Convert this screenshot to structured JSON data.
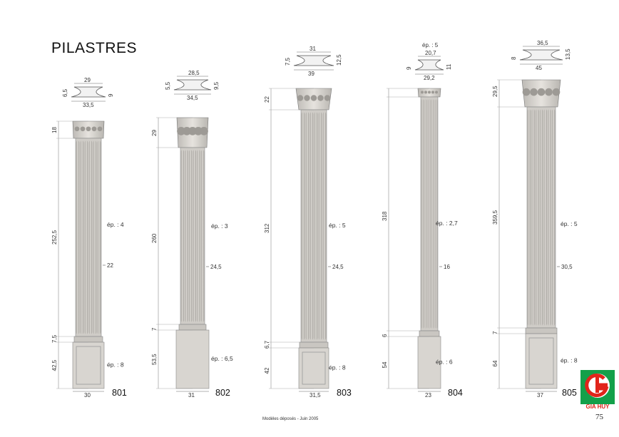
{
  "title": "PILASTRES",
  "footer": "Modèles déposés - Juin 2005",
  "page_number": "75",
  "logo_text": "GIA HUY",
  "brand_colors": {
    "red": "#e1251b",
    "green": "#14a04a"
  },
  "pilasters": [
    {
      "model": "801",
      "profile_top": "29",
      "profile_bottom": "33,5",
      "profile_left": "6,5",
      "profile_right": "9",
      "capital_h": "18",
      "shaft_h": "252,5",
      "collar_h": "7,5",
      "base_h": "42,5",
      "width": "22",
      "base_w": "30",
      "ep_shaft": "ép. : 4",
      "ep_base": "ép. : 8"
    },
    {
      "model": "802",
      "profile_top": "28,5",
      "profile_bottom": "34,5",
      "profile_left": "5,5",
      "profile_right": "9,5",
      "capital_h": "29",
      "shaft_h": "260",
      "collar_h": "7",
      "base_h": "53,5",
      "width": "24,5",
      "base_w": "31",
      "ep_shaft": "ép. : 3",
      "ep_base": "ép. : 6,5"
    },
    {
      "model": "803",
      "profile_top": "31",
      "profile_bottom": "39",
      "profile_left": "7,5",
      "profile_right": "12,5",
      "capital_h": "22",
      "shaft_h": "312",
      "collar_h": "6,7",
      "base_h": "42",
      "width": "24,5",
      "base_w": "31,5",
      "ep_shaft": "ép. : 5",
      "ep_base": "ép. : 8"
    },
    {
      "model": "804",
      "profile_ep": "ép. : 5",
      "profile_top": "20,7",
      "profile_bottom": "29,2",
      "profile_left": "9",
      "profile_right": "11",
      "capital_h": "",
      "shaft_h": "318",
      "collar_h": "6",
      "base_h": "54",
      "width": "16",
      "base_w": "23",
      "ep_shaft": "ép. : 2,7",
      "ep_base": "ép. : 6"
    },
    {
      "model": "805",
      "profile_top": "36,5",
      "profile_bottom": "45",
      "profile_left": "8",
      "profile_right": "13,5",
      "capital_h": "29,5",
      "shaft_h": "359,5",
      "collar_h": "7",
      "base_h": "64",
      "width": "30,5",
      "base_w": "37",
      "ep_shaft": "ép. : 5",
      "ep_base": "ép. : 8"
    }
  ]
}
